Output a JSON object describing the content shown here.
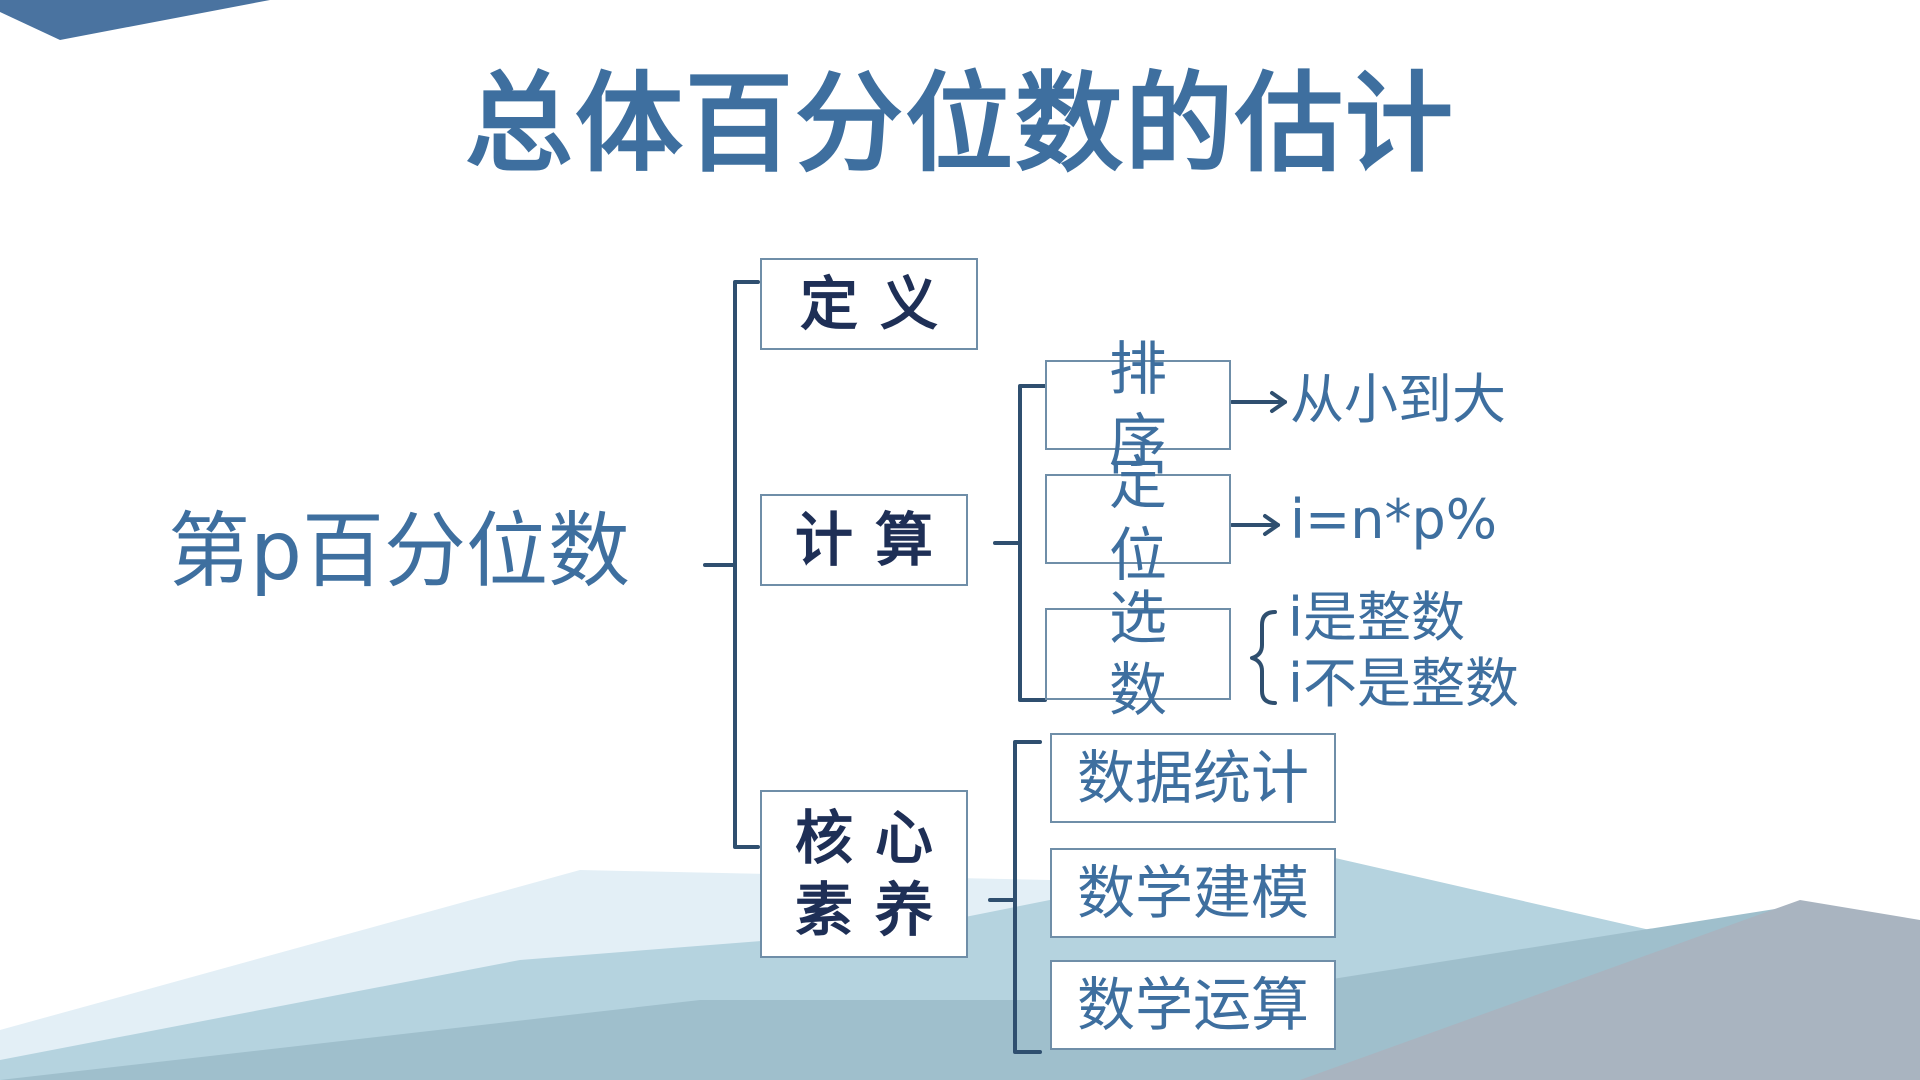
{
  "title": "总体百分位数的估计",
  "root": {
    "label": "第p百分位数"
  },
  "level1": {
    "definition": "定义",
    "calculation": "计算",
    "core_literacy": "核心素养"
  },
  "calculation_steps": {
    "sort": {
      "label": "排序",
      "result": "从小到大"
    },
    "locate": {
      "label": "定位",
      "result": "i=n*p%"
    },
    "select": {
      "label": "选数",
      "cases": [
        "i是整数",
        "i不是整数"
      ]
    }
  },
  "core_items": [
    "数据统计",
    "数学建模",
    "数学运算"
  ],
  "colors": {
    "title": "#3e6f9f",
    "bracket": "#2f4f6f",
    "box_border": "#6f8ea8",
    "dark_text": "#1e2f56"
  }
}
